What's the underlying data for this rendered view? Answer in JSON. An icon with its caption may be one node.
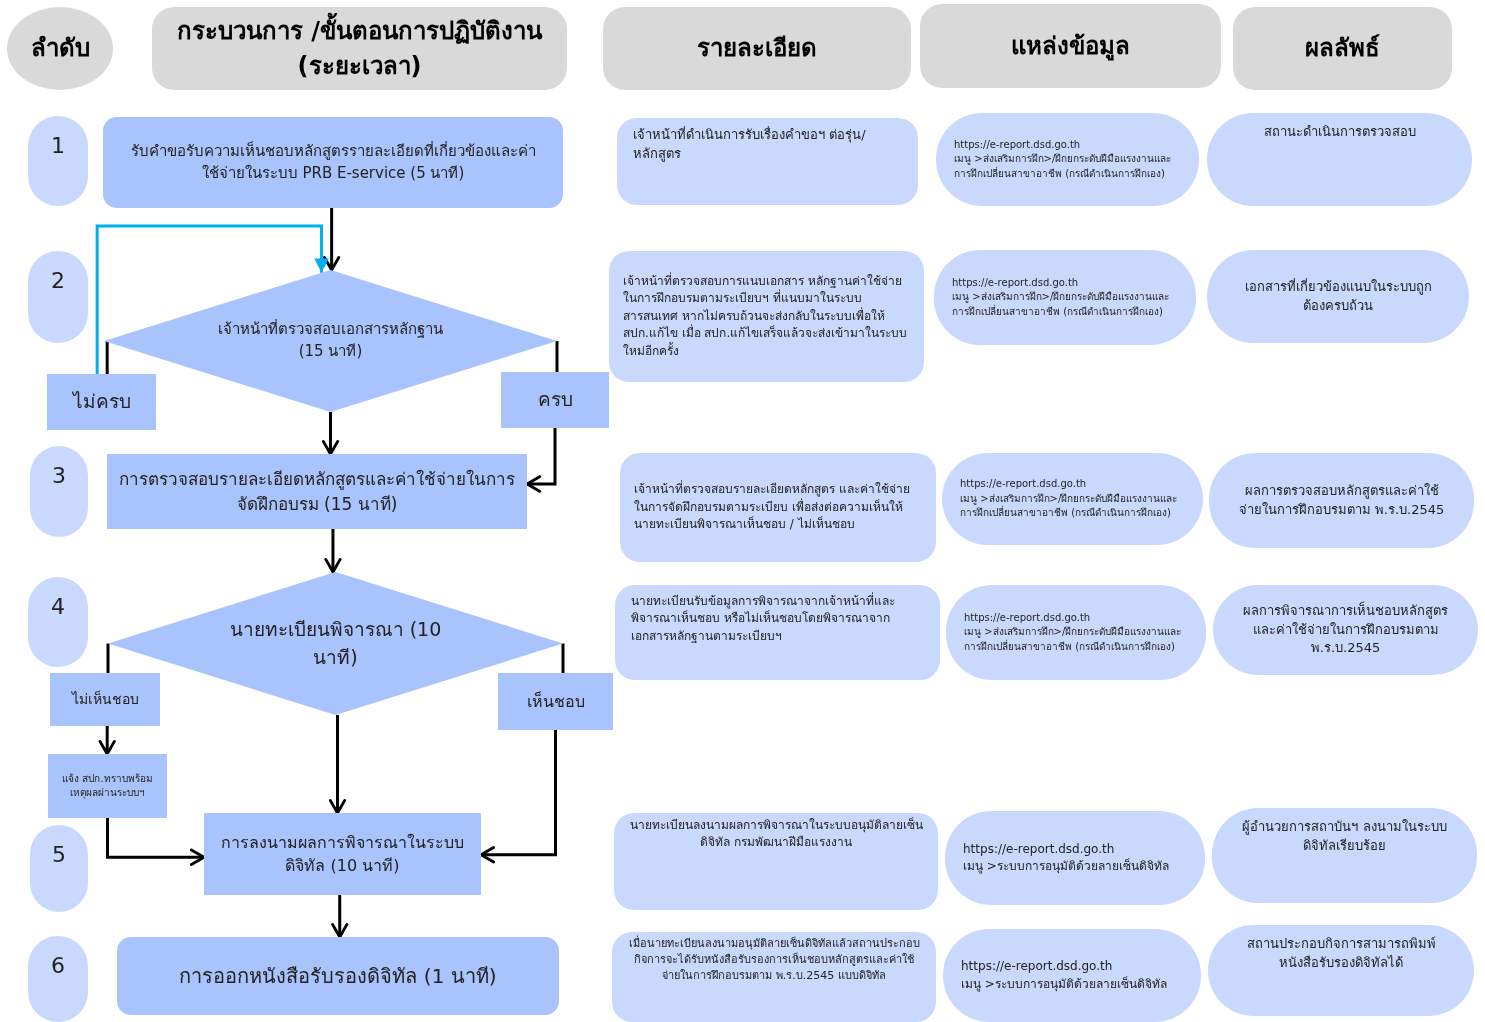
{
  "diagram": {
    "nodes": [
      {
        "text": [
          "ลำดับ"
        ]
      },
      {
        "text": [
          "กระบวนการ /ขั้นตอนการปฏิบัติงาน (ระยะเวลา)"
        ]
      },
      {
        "text": [
          "รายละเอียด"
        ]
      },
      {
        "text": [
          "แหล่งข้อมูล"
        ]
      },
      {
        "text": [
          "ผลลัพธ์"
        ]
      },
      {
        "text": [
          "1"
        ]
      },
      {
        "text": [
          "รับคำขอรับความเห็นชอบหลักสูตรรายละเอียดที่เกี่ยวข้องและค่าใช้จ่ายในระบบ PRB E-service (5 นาที)"
        ]
      },
      {
        "text": [
          "เจ้าหน้าที่ดำเนินการรับเรื่องคำขอฯ ต่อรุ่น/หลักสูตร"
        ]
      },
      {
        "text": [
          "https://e-report.dsd.go.th",
          "เมนู >ส่งเสริมการฝึก>/ฝึกยกระดับฝีมือแรงงานและการฝึกเปลี่ยนสาขาอาชีพ (กรณีดำเนินการฝึกเอง)"
        ]
      },
      {
        "text": [
          "สถานะดำเนินการตรวจสอบ"
        ]
      },
      {
        "text": [
          "2"
        ]
      },
      {
        "text": [
          "เจ้าหน้าที่ตรวจสอบเอกสารหลักฐาน (15 นาที)"
        ]
      },
      {
        "text": [
          "เจ้าหน้าที่ตรวจสอบการแนบเอกสาร หลักฐานค่าใช้จ่ายในการฝึกอบรมตามระเบียบฯ ที่แนบมาในระบบสารสนเทศ หากไม่ครบถ้วนจะส่งกลับในระบบเพื่อให้ สปก.แก้ไข เมื่อ สปก.แก้ไขเสร็จแล้วจะส่งเข้ามาในระบบใหม่อีกครั้ง"
        ]
      },
      {
        "text": [
          "https://e-report.dsd.go.th",
          "เมนู >ส่งเสริมการฝึก>/ฝึกยกระดับฝีมือแรงงานและการฝึกเปลี่ยนสาขาอาชีพ (กรณีดำเนินการฝึกเอง)"
        ]
      },
      {
        "text": [
          "เอกสารที่เกี่ยวข้องแนบในระบบถูกต้องครบถ้วน"
        ]
      },
      {
        "text": [
          "ไม่ครบ"
        ]
      },
      {
        "text": [
          "ครบ"
        ]
      },
      {
        "text": [
          "3"
        ]
      },
      {
        "text": [
          "การตรวจสอบรายละเอียดหลักสูตรและค่าใช้จ่ายในการจัดฝึกอบรม (15 นาที)"
        ]
      },
      {
        "text": [
          "เจ้าหน้าที่ตรวจสอบรายละเอียดหลักสูตร และค่าใช้จ่ายในการจัดฝึกอบรมตามระเบียบ เพื่อส่งต่อความเห็นให้นายทะเบียนพิจารณาเห็นชอบ / ไม่เห็นชอบ"
        ]
      },
      {
        "text": [
          "https://e-report.dsd.go.th",
          "เมนู >ส่งเสริมการฝึก>/ฝึกยกระดับฝีมือแรงงานและการฝึกเปลี่ยนสาขาอาชีพ (กรณีดำเนินการฝึกเอง)"
        ]
      },
      {
        "text": [
          "ผลการตรวจสอบหลักสูตรและค่าใช้จ่ายในการฝึกอบรมตาม พ.ร.บ.2545"
        ]
      },
      {
        "text": [
          "4"
        ]
      },
      {
        "text": [
          "นายทะเบียนพิจารณา (10 นาที)"
        ]
      },
      {
        "text": [
          "นายทะเบียนรับข้อมูลการพิจารณาจากเจ้าหน้าที่และพิจารณาเห็นชอบ หรือไม่เห็นชอบโดยพิจารณาจากเอกสารหลักฐานตามระเบียบฯ"
        ]
      },
      {
        "text": [
          "https://e-report.dsd.go.th",
          "เมนู >ส่งเสริมการฝึก>/ฝึกยกระดับฝีมือแรงงานและการฝึกเปลี่ยนสาขาอาชีพ (กรณีดำเนินการฝึกเอง)"
        ]
      },
      {
        "text": [
          "ผลการพิจารณาการเห็นชอบหลักสูตรและค่าใช้จ่ายในการฝึกอบรมตาม พ.ร.บ.2545"
        ]
      },
      {
        "text": [
          "ไม่เห็นชอบ"
        ]
      },
      {
        "text": [
          "เห็นชอบ"
        ]
      },
      {
        "text": [
          "แจ้ง สปก.ทราบพร้อมเหตุผลผ่านระบบฯ"
        ]
      },
      {
        "text": [
          "5"
        ]
      },
      {
        "text": [
          "การลงนามผลการพิจารณาในระบบดิจิทัล (10 นาที)"
        ]
      },
      {
        "text": [
          "นายทะเบียนลงนามผลการพิจารณาในระบบอนุมัติลายเซ็นดิจิทัล กรมพัฒนาฝีมือแรงงาน"
        ]
      },
      {
        "text": [
          "https://e-report.dsd.go.th",
          "เมนู >ระบบการอนุมัติด้วยลายเซ็นดิจิทัล"
        ]
      },
      {
        "text": [
          "ผู้อำนวยการสถาบันฯ ลงนามในระบบดิจิทัลเรียบร้อย"
        ]
      },
      {
        "text": [
          "6"
        ]
      },
      {
        "text": [
          "การออกหนังสือรับรองดิจิทัล (1 นาที)"
        ]
      },
      {
        "text": [
          "เมื่อนายทะเบียนลงนามอนุมัติลายเซ็นดิจิทัลแล้วสถานประกอบกิจการจะได้รับหนังสือรับรองการเห็นชอบหลักสูตรและค่าใช้จ่ายในการฝึกอบรมตาม พ.ร.บ.2545 แบบดิจิทัล"
        ]
      },
      {
        "text": [
          "https://e-report.dsd.go.th",
          "เมนู >ระบบการอนุมัติด้วยลายเซ็นดิจิทัล"
        ]
      },
      {
        "text": [
          "สถานประกอบกิจการสามารถพิมพ์หนังสือรับรองดิจิทัลได้"
        ]
      }
    ],
    "edges": [
      {
        "from": 6,
        "to": 11,
        "arrow": "to"
      },
      {
        "from": 11,
        "to": 15,
        "arrow": "none"
      },
      {
        "from": 15,
        "to": 11,
        "arrow": "to",
        "color": "#00b0f0"
      },
      {
        "from": 11,
        "to": 16,
        "arrow": "none"
      },
      {
        "from": 16,
        "to": 18,
        "arrow": "to"
      },
      {
        "from": 11,
        "to": 18,
        "arrow": "to"
      },
      {
        "from": 18,
        "to": 23,
        "arrow": "to"
      },
      {
        "from": 23,
        "to": 27,
        "arrow": "none"
      },
      {
        "from": 27,
        "to": 29,
        "arrow": "to"
      },
      {
        "from": 29,
        "to": 31,
        "arrow": "to"
      },
      {
        "from": 23,
        "to": 31,
        "arrow": "to"
      },
      {
        "from": 23,
        "to": 28,
        "arrow": "none"
      },
      {
        "from": 28,
        "to": 31,
        "arrow": "to"
      },
      {
        "from": 31,
        "to": 36,
        "arrow": "to"
      }
    ]
  }
}
